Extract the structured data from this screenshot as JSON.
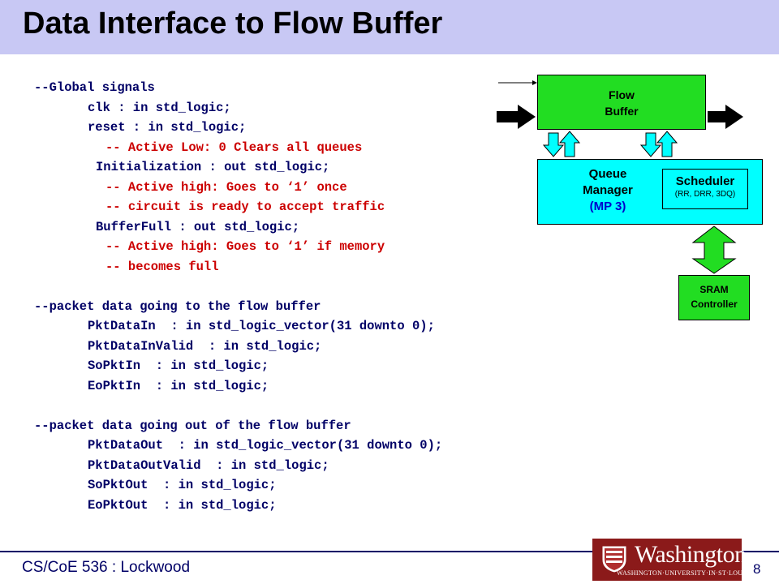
{
  "slide": {
    "title": "Data Interface to Flow Buffer"
  },
  "code": [
    {
      "text": "--Global signals",
      "color": "navy",
      "indent": 0
    },
    {
      "text": "clk : in std_logic;",
      "color": "navy",
      "indent": 1
    },
    {
      "text": "reset : in std_logic;",
      "color": "navy",
      "indent": 1
    },
    {
      "text": "-- Active Low: 0 Clears all queues",
      "color": "red",
      "indent": 2
    },
    {
      "text": "Initialization : out std_logic;",
      "color": "navy",
      "indent": 1.5
    },
    {
      "text": "-- Active high: Goes to ‘1’ once",
      "color": "red",
      "indent": 2
    },
    {
      "text": "-- circuit is ready to accept traffic",
      "color": "red",
      "indent": 2
    },
    {
      "text": "BufferFull : out std_logic;",
      "color": "navy",
      "indent": 1.5
    },
    {
      "text": "-- Active high: Goes to ‘1’ if memory",
      "color": "red",
      "indent": 2
    },
    {
      "text": "-- becomes full",
      "color": "red",
      "indent": 2
    },
    {
      "text": "",
      "color": "navy",
      "indent": 0
    },
    {
      "text": "--packet data going to the flow buffer",
      "color": "navy",
      "indent": 0
    },
    {
      "text": "PktDataIn  : in std_logic_vector(31 downto 0);",
      "color": "navy",
      "indent": 1
    },
    {
      "text": "PktDataInValid  : in std_logic;",
      "color": "navy",
      "indent": 1
    },
    {
      "text": "SoPktIn  : in std_logic;",
      "color": "navy",
      "indent": 1
    },
    {
      "text": "EoPktIn  : in std_logic;",
      "color": "navy",
      "indent": 1
    },
    {
      "text": "",
      "color": "navy",
      "indent": 0
    },
    {
      "text": "--packet data going out of the flow buffer",
      "color": "navy",
      "indent": 0
    },
    {
      "text": "PktDataOut  : in std_logic_vector(31 downto 0);",
      "color": "navy",
      "indent": 1
    },
    {
      "text": "PktDataOutValid  : in std_logic;",
      "color": "navy",
      "indent": 1
    },
    {
      "text": "SoPktOut  : in std_logic;",
      "color": "navy",
      "indent": 1
    },
    {
      "text": "EoPktOut  : in std_logic;",
      "color": "navy",
      "indent": 1
    }
  ],
  "diagram": {
    "flow_buffer": {
      "line1": "Flow",
      "line2": "Buffer"
    },
    "queue_manager": {
      "line1": "Queue",
      "line2": "Manager",
      "line3": "(MP 3)"
    },
    "scheduler": {
      "title": "Scheduler",
      "sub": "(RR, DRR, 3DQ)"
    },
    "sram": {
      "line1": "SRAM",
      "line2": "Controller"
    }
  },
  "footer": {
    "course": "CS/CoE 536 : Lockwood",
    "page": "8"
  },
  "logo": {
    "word": "Washington",
    "sub": "WASHINGTON·UNIVERSITY·IN·ST·LOUIS"
  },
  "colors": {
    "title_bar": "#c8c8f4",
    "code_navy": "#000066",
    "code_red": "#cc0000",
    "flow_green": "#22dd22",
    "queue_cyan": "#00ffff",
    "logo_red": "#8b1a1a"
  }
}
